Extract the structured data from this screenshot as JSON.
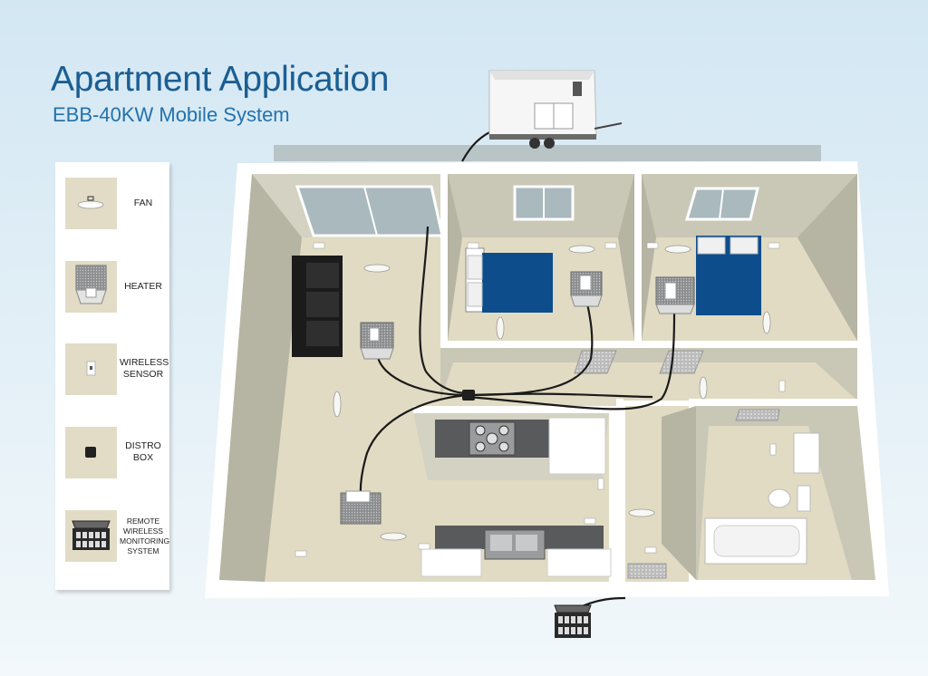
{
  "title": "Apartment Application",
  "subtitle": "EBB-40KW Mobile System",
  "legend": [
    {
      "icon": "fan-icon",
      "label": "FAN"
    },
    {
      "icon": "heater-icon",
      "label": "HEATER"
    },
    {
      "icon": "wireless-sensor-icon",
      "label": "WIRELESS SENSOR"
    },
    {
      "icon": "distro-box-icon",
      "label": "DISTRO BOX"
    },
    {
      "icon": "remote-wireless-monitoring-system-icon",
      "label": "REMOTE WIRELESS MONITORING SYSTEM"
    }
  ],
  "colors": {
    "title": "#1b5e93",
    "floor": "#e2dcc6",
    "wall": "#c7c5b4",
    "bed": "#0d4d8c",
    "cable": "#1a1a1a"
  }
}
